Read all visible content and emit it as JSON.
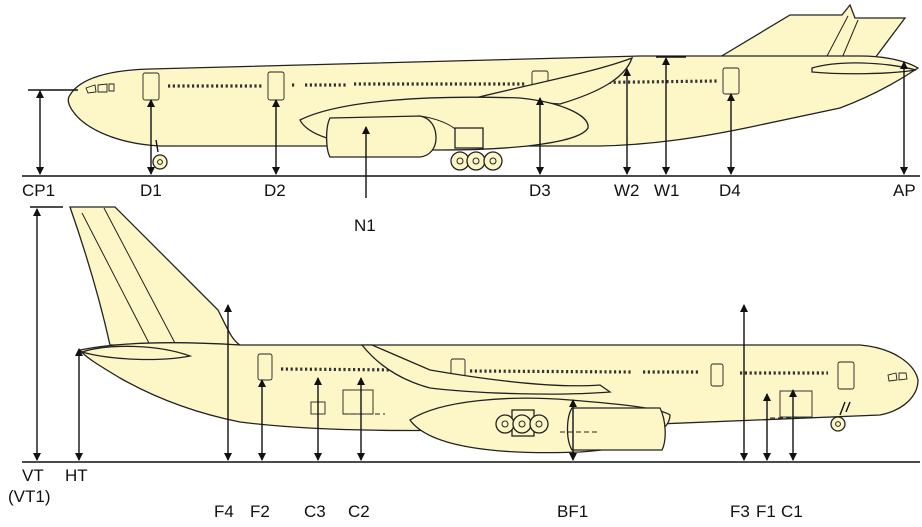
{
  "top_view_labels": {
    "cp1": "CP1",
    "d1": "D1",
    "d2": "D2",
    "n1": "N1",
    "d3": "D3",
    "w2": "W2",
    "w1": "W1",
    "d4": "D4",
    "ap": "AP"
  },
  "bottom_view_labels": {
    "vt": "VT",
    "vt1": "(VT1)",
    "ht": "HT",
    "f4": "F4",
    "f2": "F2",
    "c3": "C3",
    "c2": "C2",
    "bf1": "BF1",
    "f3": "F3",
    "f1": "F1",
    "c1": "C1"
  },
  "colors": {
    "fuselage_fill": "#fdf7c8",
    "line": "#111111"
  }
}
